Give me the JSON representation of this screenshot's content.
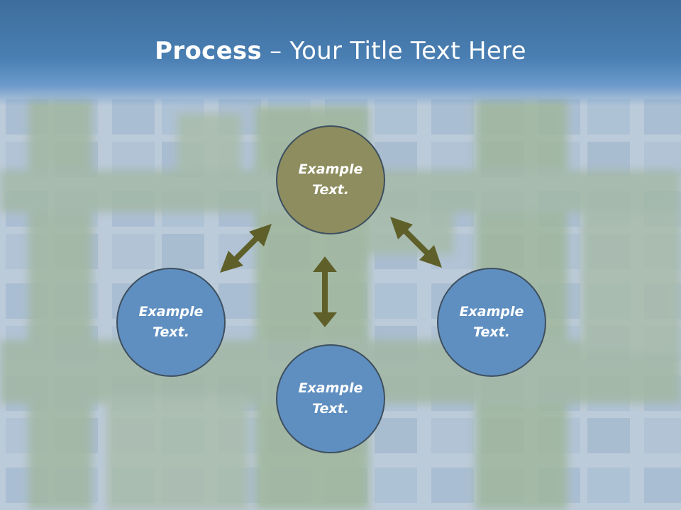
{
  "slide": {
    "title_bold": "Process",
    "title_rest": " – Your Title Text Here"
  },
  "nodes": {
    "top": "Example Text.",
    "left": "Example Text.",
    "right": "Example Text.",
    "bottom": "Example Text."
  },
  "colors": {
    "header": "#4a7fb3",
    "center_node": "#8d8d5f",
    "outer_node": "#5f8fc0",
    "arrow": "#5f5f2a"
  }
}
